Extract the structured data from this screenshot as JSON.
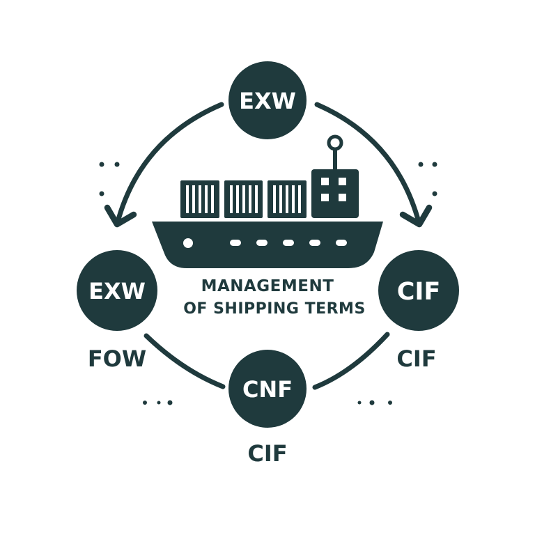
{
  "colors": {
    "primary": "#1f3a3d",
    "background": "#ffffff",
    "text_on_primary": "#ffffff"
  },
  "center": {
    "title_line1": "MANAGEMENT",
    "title_line2": "OF SHIPPING TERMS",
    "icon": "cargo-ship-icon"
  },
  "nodes": {
    "top": {
      "label": "EXW"
    },
    "left": {
      "label": "EXW"
    },
    "right": {
      "label": "CIF"
    },
    "bottom": {
      "label": "CNF"
    }
  },
  "external_labels": {
    "left": "FOW",
    "right": "CIF",
    "bottom": "CIF"
  }
}
